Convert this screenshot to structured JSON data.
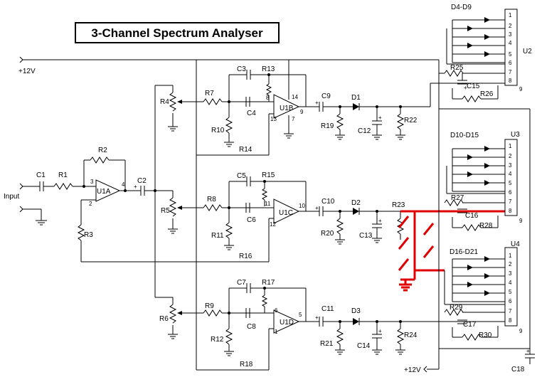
{
  "title": "3-Channel Spectrum Analyser",
  "power": {
    "supply_top": "+12V",
    "supply_bottom": "+12V"
  },
  "input_label": "Input",
  "opamps": {
    "u1a": "U1A",
    "u1b": "U1B",
    "u1c": "U1C",
    "u1d": "U1D"
  },
  "ics": {
    "u2": "U2",
    "u3": "U3",
    "u4": "U4"
  },
  "led_groups": {
    "g1": "D4-D9",
    "g2": "D10-D15",
    "g3": "D16-D21"
  },
  "components": {
    "C1": "C1",
    "R1": "R1",
    "R2": "R2",
    "R3": "R3",
    "C2": "C2",
    "R4": "R4",
    "R5": "R5",
    "R6": "R6",
    "R7": "R7",
    "R8": "R8",
    "R9": "R9",
    "R10": "R10",
    "R11": "R11",
    "R12": "R12",
    "C3": "C3",
    "C4": "C4",
    "C5": "C5",
    "C6": "C6",
    "C7": "C7",
    "C8": "C8",
    "R13": "R13",
    "R14": "R14",
    "R15": "R15",
    "R16": "R16",
    "R17": "R17",
    "R18": "R18",
    "C9": "C9",
    "C10": "C10",
    "C11": "C11",
    "D1": "D1",
    "D2": "D2",
    "D3": "D3",
    "R19": "R19",
    "R20": "R20",
    "R21": "R21",
    "C12": "C12",
    "C13": "C13",
    "C14": "C14",
    "R22": "R22",
    "R23": "R23",
    "R24": "R24",
    "R25": "R25",
    "R26": "R26",
    "R27": "R27",
    "R28": "R28",
    "R29": "R29",
    "R30": "R30",
    "C15": "C15",
    "C16": "C16",
    "C17": "C17",
    "C18": "C18"
  },
  "pins": {
    "p1": "1",
    "p2": "2",
    "p3": "3",
    "p4": "4",
    "p5": "5",
    "p6": "6",
    "p7": "7",
    "p8": "8",
    "p9": "9",
    "p10": "10",
    "p11": "11",
    "p12": "12",
    "p13": "13",
    "p14": "14"
  }
}
